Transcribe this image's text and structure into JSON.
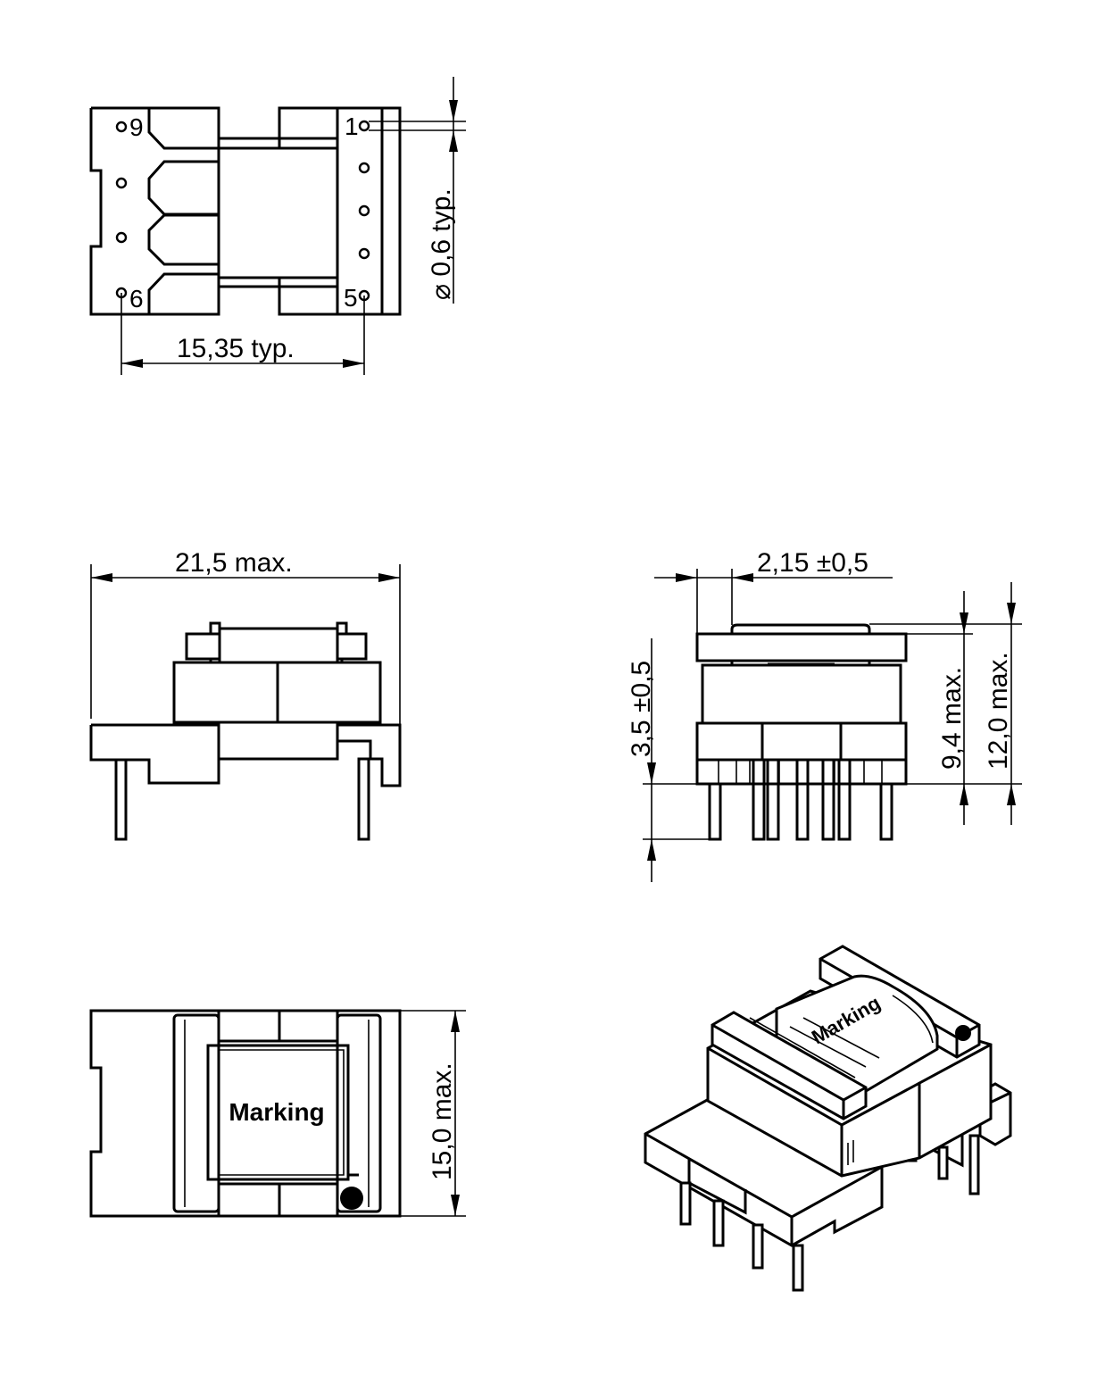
{
  "colors": {
    "line": "#000000",
    "background": "#ffffff"
  },
  "top_view": {
    "pin_labels": {
      "pin9": "9",
      "pin1": "1",
      "pin6": "6",
      "pin5": "5"
    },
    "dim_pitch": "15,35  typ.",
    "dim_pin_diameter": "⌀ 0,6  typ."
  },
  "side_view": {
    "dim_length": "21,5  max."
  },
  "end_view": {
    "dim_offset": "2,15 ±0,5",
    "dim_pin_length": "3,5 ±0,5",
    "dim_height_body": "9,4  max.",
    "dim_height_total": "12,0  max."
  },
  "bottom_view": {
    "marking": "Marking",
    "dim_width": "15,0  max."
  },
  "iso_view": {
    "marking": "Marking"
  }
}
